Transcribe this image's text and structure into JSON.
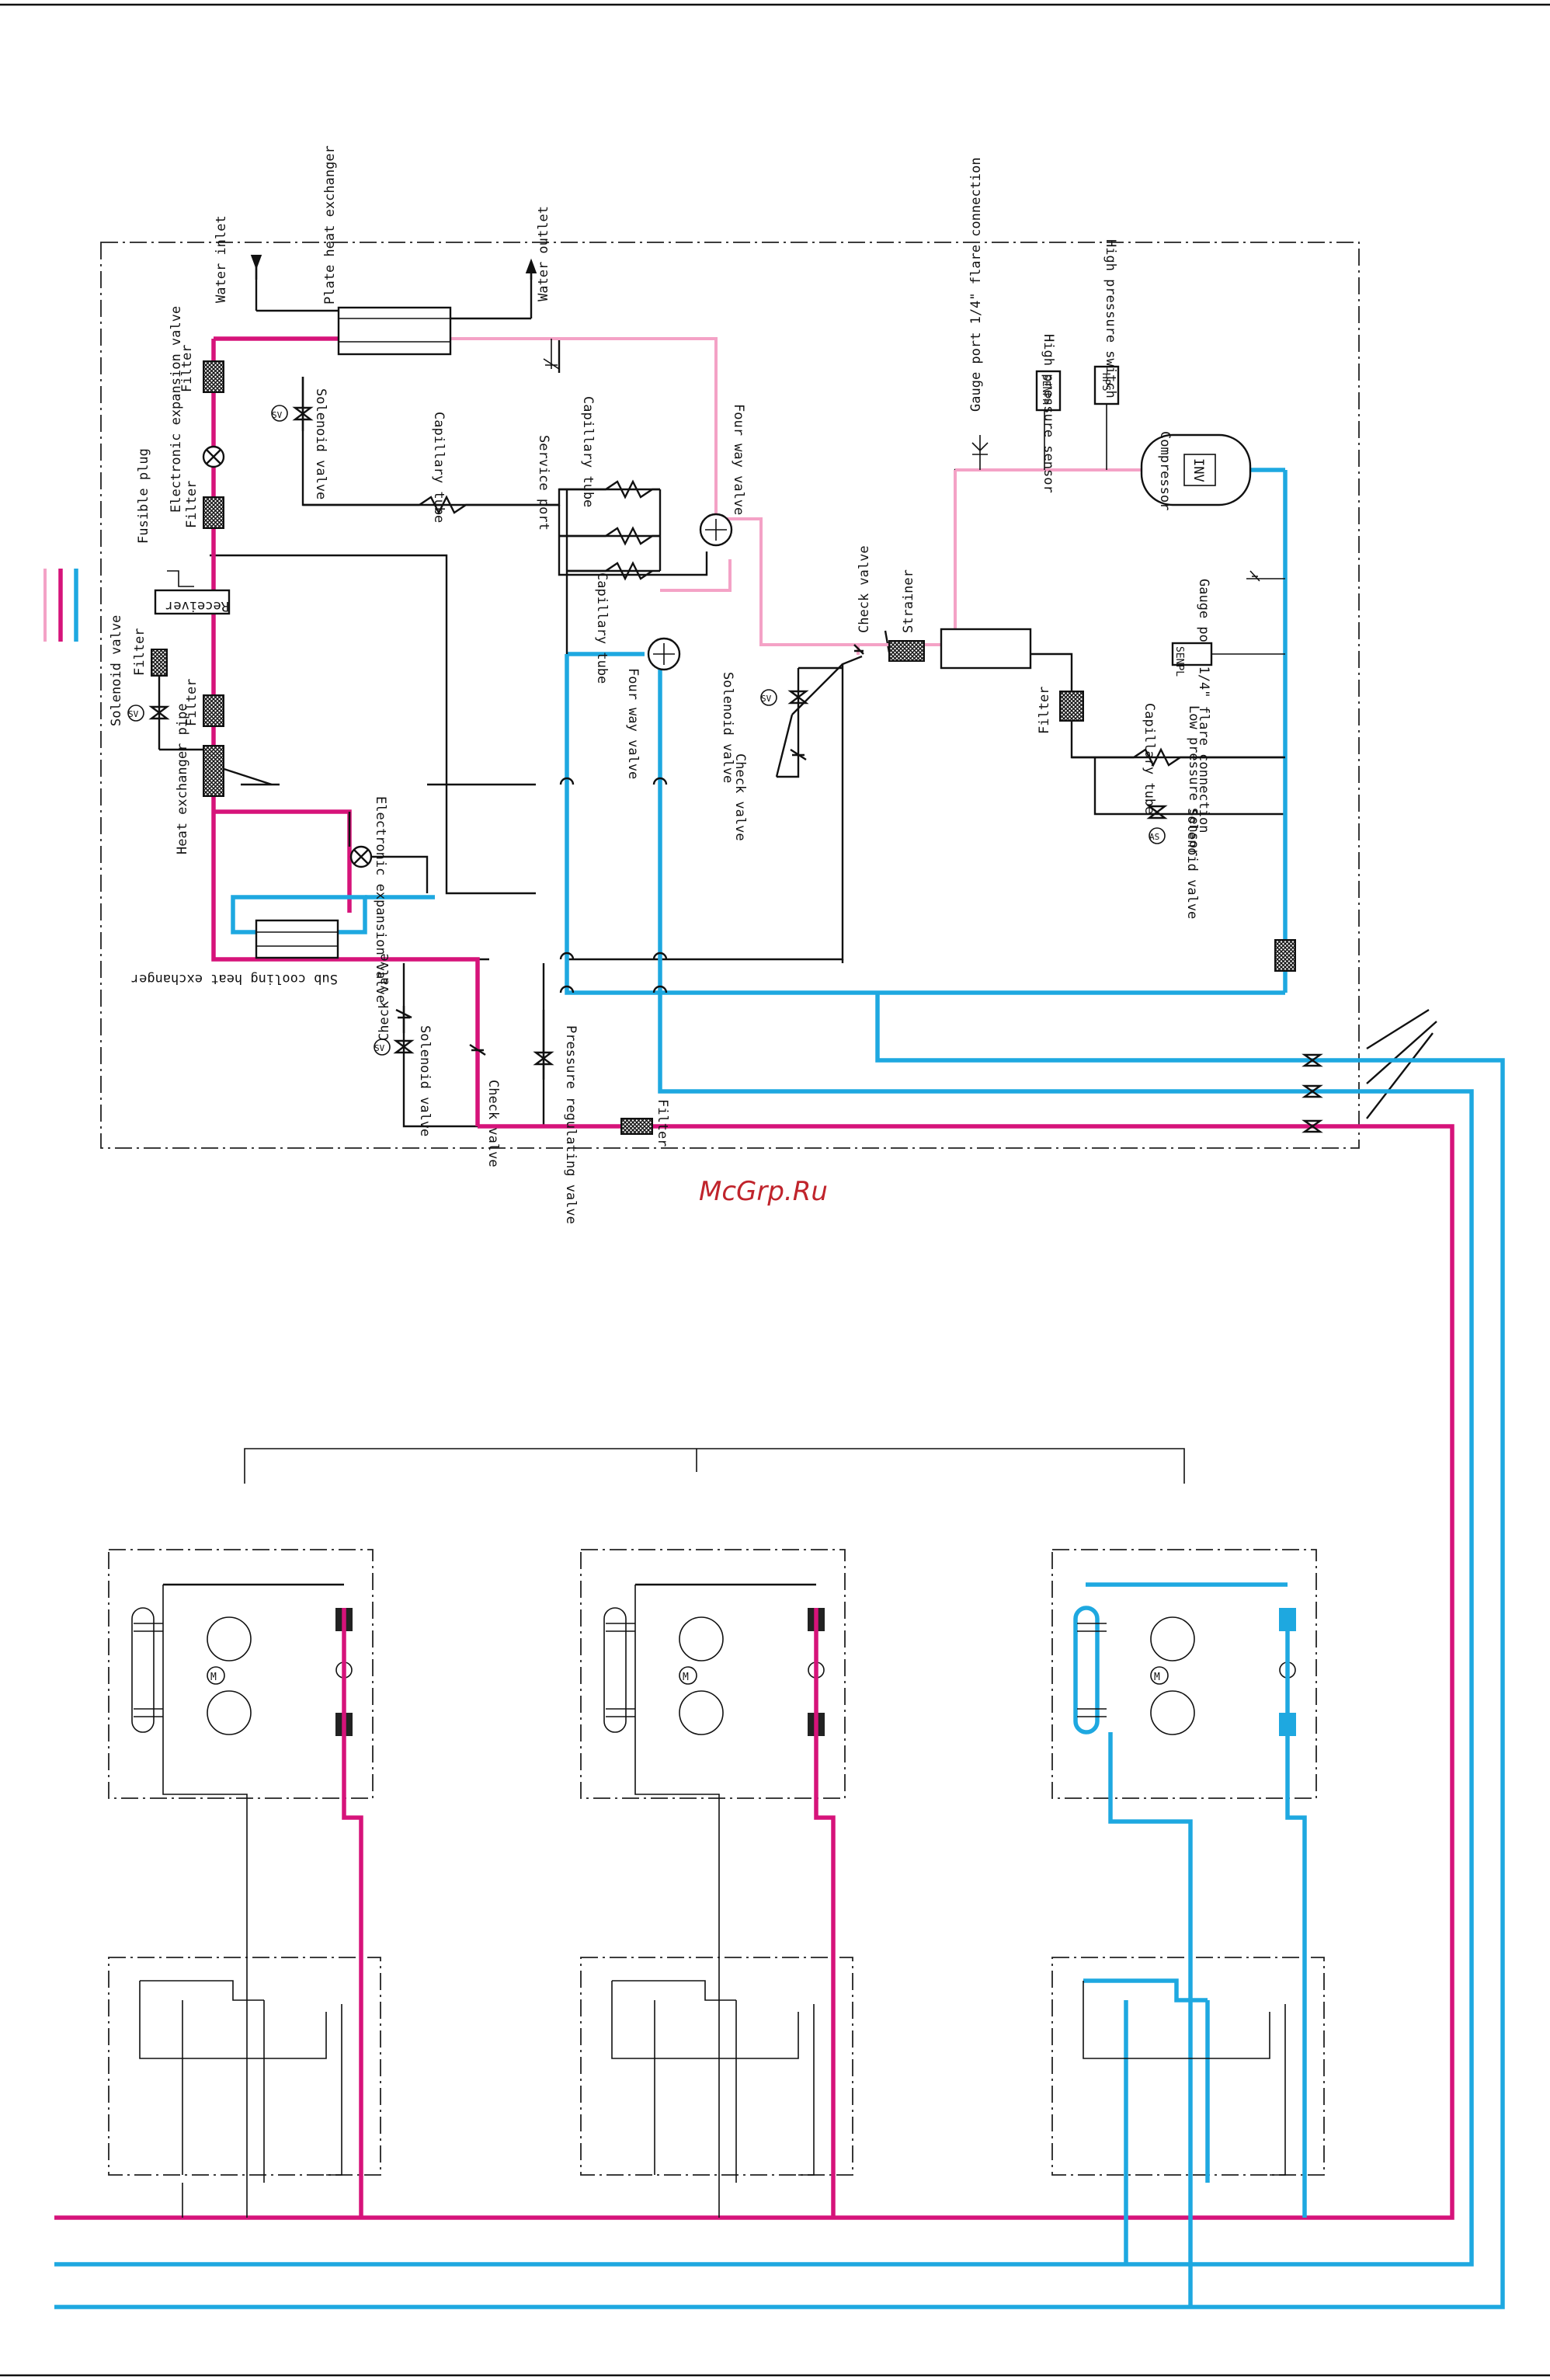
{
  "watermark": "McGrp.Ru",
  "colors": {
    "high_pressure_gas": "#f4a2c6",
    "liquid": "#d6137a",
    "low_pressure": "#1ea8e0",
    "line": "#111111"
  },
  "labels": {
    "water_inlet": "Water inlet",
    "water_outlet": "Water outlet",
    "plate_hx": "Plate heat exchanger",
    "gauge_port_high": "Gauge port 1/4\" flare connection",
    "high_pressure_sensor": "High pressure sensor",
    "high_pressure_switch": "High pressure switch",
    "senph": "SENPH",
    "hps": "HPS",
    "compressor": "Compressor",
    "inv": "INV",
    "gauge_port_low": "Gauge port 1/4\" flare connection",
    "senpl": "SENPL",
    "low_pressure_sensor": "Low pressure sensor",
    "service_port": "Service port",
    "capillary_1": "Capillary tube",
    "capillary_2": "Capillary tube",
    "capillary_3": "Capillary tube",
    "capillary_4": "Capillary tube",
    "four_way_valve_1": "Four way valve",
    "four_way_valve_2": "Four way valve",
    "check_valve_top": "Check valve",
    "strainer": "Strainer",
    "solenoid_valve_sv": "Solenoid valve",
    "check_valve_mid": "Check valve",
    "filter_1": "Filter",
    "filter_2": "Filter",
    "filter_3": "Filter",
    "filter_4": "Filter",
    "filter_5": "Filter",
    "filter_6": "Filter",
    "electronic_exp_valve_1": "Electronic expansion valve",
    "electronic_exp_valve_2": "Electronic expansion valve",
    "fusible_plug": "Fusible plug",
    "receiver": "Receiver",
    "solenoid_valve_left": "Solenoid valve",
    "solenoid_valve_top": "Solenoid valve",
    "heat_exchanger_pipe": "Heat exchanger pipe",
    "sub_cooling_hx": "Sub cooling heat exchanger",
    "check_valve_bottom1": "Check valve",
    "solenoid_valve_bottom": "Solenoid valve",
    "check_valve_bottom2": "Check valve",
    "pressure_regulating_valve": "Pressure regulating valve",
    "solenoid_valve_as": "Solenoid valve",
    "sv": "SV",
    "as": "AS",
    "m": "M"
  }
}
